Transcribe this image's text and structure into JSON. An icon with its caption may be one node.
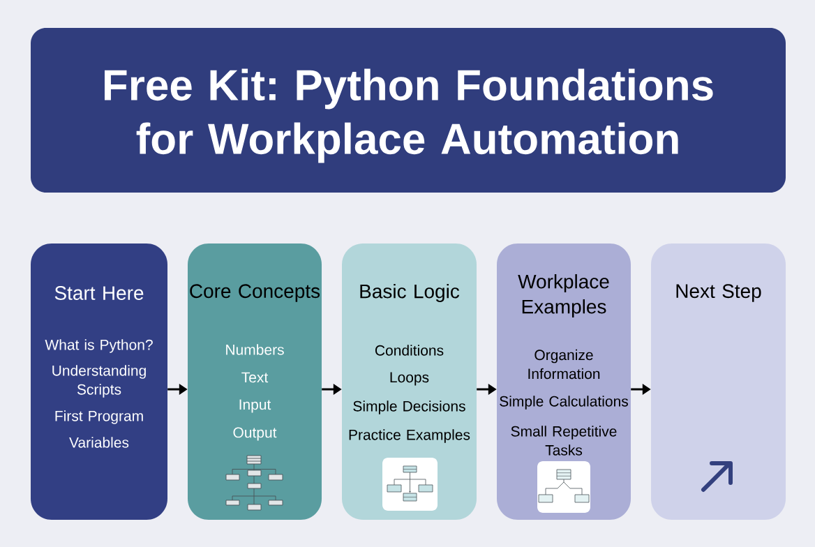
{
  "diagram": {
    "title": "Free Kit: Python Foundations for Workplace Automation",
    "nodes": [
      {
        "text": [
          "Start Here",
          "What is Python?",
          "Understanding Scripts",
          "First Program",
          "Variables"
        ]
      },
      {
        "text": [
          "Core Concepts",
          "Numbers",
          "Text",
          "Input",
          "Output"
        ]
      },
      {
        "text": [
          "Basic Logic",
          "Conditions",
          "Loops",
          "Simple Decisions",
          "Practice Examples"
        ]
      },
      {
        "text": [
          "Workplace Examples",
          "Organize Information",
          "Simple Calculations",
          "Small Repetitive Tasks"
        ]
      },
      {
        "text": [
          "Next Step"
        ]
      }
    ],
    "edges": [
      {
        "from": 0,
        "to": 1,
        "arrow": "to"
      },
      {
        "from": 1,
        "to": 2,
        "arrow": "to"
      },
      {
        "from": 2,
        "to": 3,
        "arrow": "to"
      },
      {
        "from": 3,
        "to": 4,
        "arrow": "to"
      }
    ]
  }
}
